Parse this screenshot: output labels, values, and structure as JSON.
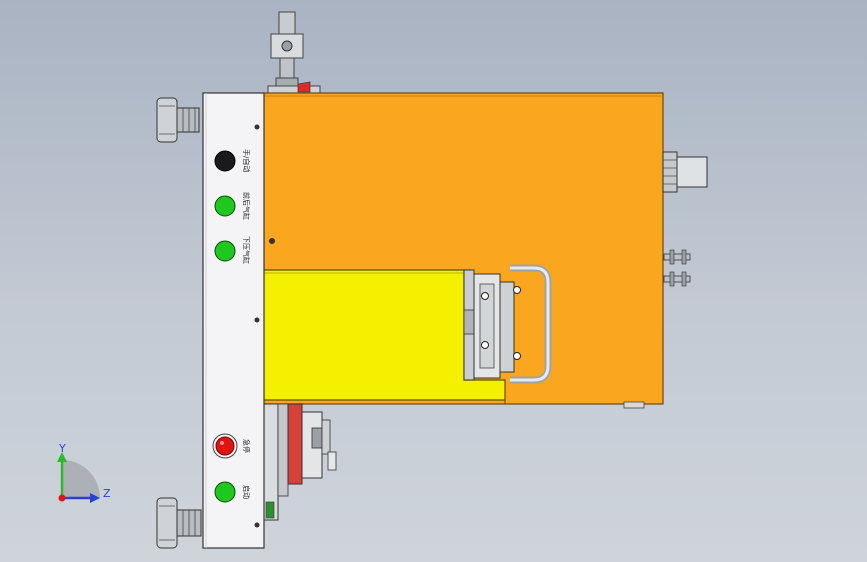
{
  "panel": {
    "buttons": [
      {
        "label": "手/自动",
        "color": "#1a1a1a"
      },
      {
        "label": "前后气缸",
        "color": "#1ec81e"
      },
      {
        "label": "下压气缸",
        "color": "#1ec81e"
      },
      {
        "label": "急停",
        "color": "#e01414"
      },
      {
        "label": "启动",
        "color": "#1ec81e"
      }
    ]
  },
  "colors": {
    "housing": "#fba61f",
    "block": "#f4f000",
    "panel": "#f4f4f6",
    "background": "#b9c1cd"
  },
  "triad": {
    "y_label": "Y",
    "z_label": "Z"
  }
}
